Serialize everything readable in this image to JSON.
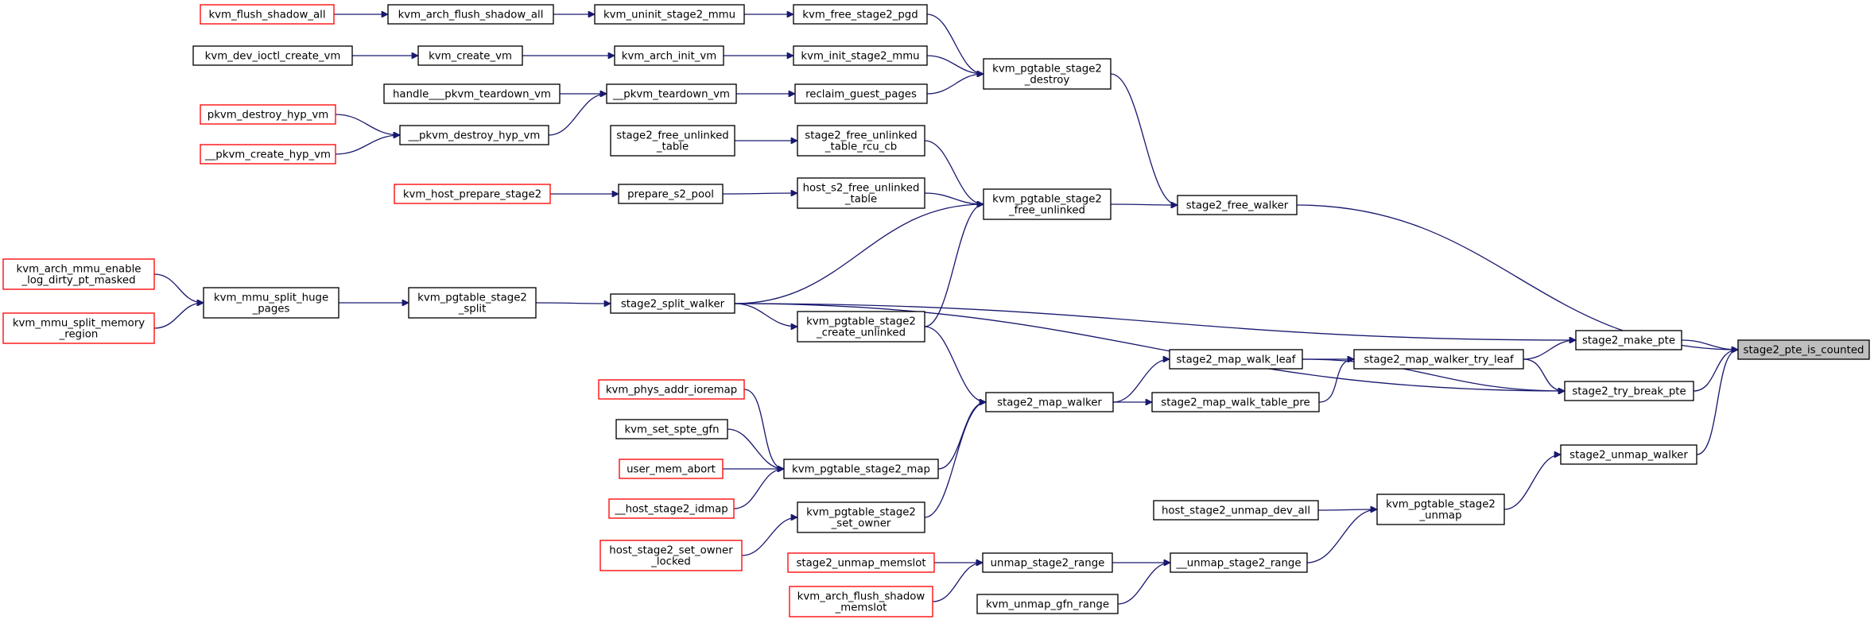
{
  "colors": {
    "edge": "#191970",
    "node_border": "#000000",
    "truncated_border": "#ff0000",
    "root_fill": "#bfbfbf"
  },
  "nodes": {
    "stage2_pte_is_counted": [
      "stage2_pte_is_counted"
    ],
    "stage2_make_pte": [
      "stage2_make_pte"
    ],
    "stage2_try_break_pte": [
      "stage2_try_break_pte"
    ],
    "stage2_unmap_walker": [
      "stage2_unmap_walker"
    ],
    "stage2_free_walker": [
      "stage2_free_walker"
    ],
    "stage2_map_walker_try_leaf": [
      "stage2_map_walker_try_leaf"
    ],
    "stage2_map_walk_leaf": [
      "stage2_map_walk_leaf"
    ],
    "stage2_map_walk_table_pre": [
      "stage2_map_walk_table_pre"
    ],
    "stage2_map_walker": [
      "stage2_map_walker"
    ],
    "stage2_split_walker": [
      "stage2_split_walker"
    ],
    "kvm_pgtable_stage2_destroy": [
      "kvm_pgtable_stage2",
      "_destroy"
    ],
    "kvm_pgtable_stage2_free_unlinked": [
      "kvm_pgtable_stage2",
      "_free_unlinked"
    ],
    "kvm_pgtable_stage2_unmap": [
      "kvm_pgtable_stage2",
      "_unmap"
    ],
    "host_stage2_unmap_dev_all": [
      "host_stage2_unmap_dev_all"
    ],
    "__unmap_stage2_range": [
      "__unmap_stage2_range"
    ],
    "unmap_stage2_range": [
      "unmap_stage2_range"
    ],
    "kvm_unmap_gfn_range": [
      "kvm_unmap_gfn_range"
    ],
    "stage2_unmap_memslot": [
      "stage2_unmap_memslot"
    ],
    "kvm_arch_flush_shadow_memslot": [
      "kvm_arch_flush_shadow",
      "_memslot"
    ],
    "kvm_free_stage2_pgd": [
      "kvm_free_stage2_pgd"
    ],
    "kvm_init_stage2_mmu": [
      "kvm_init_stage2_mmu"
    ],
    "reclaim_guest_pages": [
      "reclaim_guest_pages"
    ],
    "stage2_free_unlinked_table_rcu_cb": [
      "stage2_free_unlinked",
      "_table_rcu_cb"
    ],
    "host_s2_free_unlinked_table": [
      "host_s2_free_unlinked",
      "_table"
    ],
    "kvm_pgtable_stage2_create_unlinked": [
      "kvm_pgtable_stage2",
      "_create_unlinked"
    ],
    "kvm_pgtable_stage2_map": [
      "kvm_pgtable_stage2_map"
    ],
    "kvm_pgtable_stage2_set_owner": [
      "kvm_pgtable_stage2",
      "_set_owner"
    ],
    "kvm_uninit_stage2_mmu": [
      "kvm_uninit_stage2_mmu"
    ],
    "kvm_arch_init_vm": [
      "kvm_arch_init_vm"
    ],
    "__pkvm_teardown_vm": [
      "__pkvm_teardown_vm"
    ],
    "__pkvm_destroy_hyp_vm": [
      "__pkvm_destroy_hyp_vm"
    ],
    "stage2_free_unlinked_table": [
      "stage2_free_unlinked",
      "_table"
    ],
    "prepare_s2_pool": [
      "prepare_s2_pool"
    ],
    "kvm_pgtable_stage2_split": [
      "kvm_pgtable_stage2",
      "_split"
    ],
    "kvm_phys_addr_ioremap": [
      "kvm_phys_addr_ioremap"
    ],
    "kvm_set_spte_gfn": [
      "kvm_set_spte_gfn"
    ],
    "user_mem_abort": [
      "user_mem_abort"
    ],
    "__host_stage2_idmap": [
      "__host_stage2_idmap"
    ],
    "host_stage2_set_owner_locked": [
      "host_stage2_set_owner",
      "_locked"
    ],
    "kvm_arch_flush_shadow_all": [
      "kvm_arch_flush_shadow_all"
    ],
    "kvm_create_vm": [
      "kvm_create_vm"
    ],
    "handle___pkvm_teardown_vm": [
      "handle___pkvm_teardown_vm"
    ],
    "kvm_mmu_split_huge_pages": [
      "kvm_mmu_split_huge",
      "_pages"
    ],
    "kvm_flush_shadow_all": [
      "kvm_flush_shadow_all"
    ],
    "kvm_dev_ioctl_create_vm": [
      "kvm_dev_ioctl_create_vm"
    ],
    "pkvm_destroy_hyp_vm": [
      "pkvm_destroy_hyp_vm"
    ],
    "__pkvm_create_hyp_vm": [
      "__pkvm_create_hyp_vm"
    ],
    "kvm_arch_mmu_enable_log_dirty_pt_masked": [
      "kvm_arch_mmu_enable",
      "_log_dirty_pt_masked"
    ],
    "kvm_mmu_split_memory_region": [
      "kvm_mmu_split_memory",
      "_region"
    ]
  }
}
